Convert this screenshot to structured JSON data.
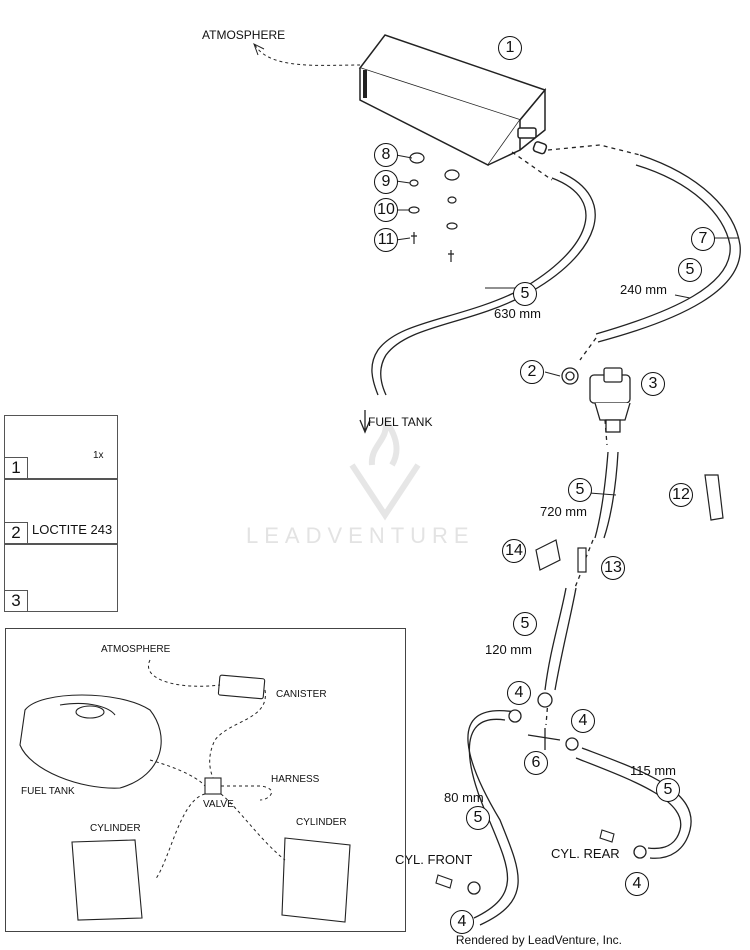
{
  "labels": {
    "atmosphere": "ATMOSPHERE",
    "fuel_tank": "FUEL TANK",
    "cyl_front": "CYL. FRONT",
    "cyl_rear": "CYL. REAR"
  },
  "measurements": {
    "m630": "630 mm",
    "m240": "240 mm",
    "m720": "720 mm",
    "m120": "120 mm",
    "m80": "80 mm",
    "m115": "115 mm"
  },
  "callouts": [
    "1",
    "2",
    "3",
    "4",
    "5",
    "6",
    "7",
    "8",
    "9",
    "10",
    "11",
    "12",
    "13",
    "14"
  ],
  "steps": [
    {
      "num": "1",
      "note": "1x"
    },
    {
      "num": "2",
      "note": "LOCTITE 243"
    },
    {
      "num": "3",
      "note": ""
    }
  ],
  "inset": {
    "atmosphere": "ATMOSPHERE",
    "canister": "CANISTER",
    "harness": "HARNESS",
    "valve": "VALVE",
    "fuel_tank": "FUEL TANK",
    "cylinder_left": "CYLINDER",
    "cylinder_right": "CYLINDER"
  },
  "watermark": "LEADVENTURE",
  "footer": "Rendered by LeadVenture, Inc."
}
